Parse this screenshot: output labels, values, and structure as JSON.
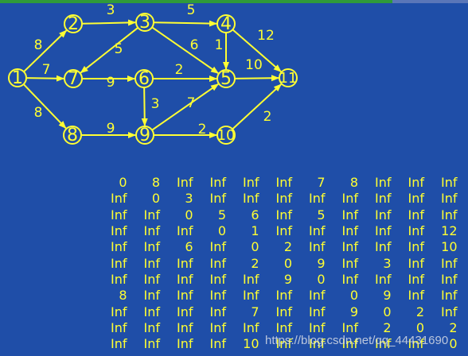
{
  "colors": {
    "background": "#1f4ea8",
    "edge": "#ffff33",
    "node_fill": "#1f4ea8",
    "text": "#ffff33"
  },
  "graph": {
    "nodes": [
      {
        "id": "1",
        "label": "1"
      },
      {
        "id": "2",
        "label": "2"
      },
      {
        "id": "3",
        "label": "3"
      },
      {
        "id": "4",
        "label": "4"
      },
      {
        "id": "5",
        "label": "5"
      },
      {
        "id": "6",
        "label": "6"
      },
      {
        "id": "7",
        "label": "7"
      },
      {
        "id": "8",
        "label": "8"
      },
      {
        "id": "9",
        "label": "9"
      },
      {
        "id": "10",
        "label": "10"
      },
      {
        "id": "11",
        "label": "11"
      }
    ],
    "edges": [
      {
        "from": "1",
        "to": "2",
        "weight": "8"
      },
      {
        "from": "1",
        "to": "7",
        "weight": "7"
      },
      {
        "from": "1",
        "to": "8",
        "weight": "8"
      },
      {
        "from": "2",
        "to": "3",
        "weight": "3"
      },
      {
        "from": "3",
        "to": "4",
        "weight": "5"
      },
      {
        "from": "3",
        "to": "7",
        "weight": "5"
      },
      {
        "from": "3",
        "to": "5",
        "weight": "6"
      },
      {
        "from": "4",
        "to": "5",
        "weight": "1"
      },
      {
        "from": "4",
        "to": "11",
        "weight": "12"
      },
      {
        "from": "5",
        "to": "11",
        "weight": "10"
      },
      {
        "from": "6",
        "to": "5",
        "weight": "2"
      },
      {
        "from": "7",
        "to": "6",
        "weight": "9"
      },
      {
        "from": "6",
        "to": "9",
        "weight": "3"
      },
      {
        "from": "8",
        "to": "9",
        "weight": "9"
      },
      {
        "from": "9",
        "to": "5",
        "weight": "7"
      },
      {
        "from": "9",
        "to": "10",
        "weight": "2"
      },
      {
        "from": "10",
        "to": "11",
        "weight": "2"
      }
    ]
  },
  "matrix": [
    [
      "0",
      "8",
      "Inf",
      "Inf",
      "Inf",
      "Inf",
      "7",
      "8",
      "Inf",
      "Inf",
      "Inf"
    ],
    [
      "Inf",
      "0",
      "3",
      "Inf",
      "Inf",
      "Inf",
      "Inf",
      "Inf",
      "Inf",
      "Inf",
      "Inf"
    ],
    [
      "Inf",
      "Inf",
      "0",
      "5",
      "6",
      "Inf",
      "5",
      "Inf",
      "Inf",
      "Inf",
      "Inf"
    ],
    [
      "Inf",
      "Inf",
      "Inf",
      "0",
      "1",
      "Inf",
      "Inf",
      "Inf",
      "Inf",
      "Inf",
      "12"
    ],
    [
      "Inf",
      "Inf",
      "6",
      "Inf",
      "0",
      "2",
      "Inf",
      "Inf",
      "Inf",
      "Inf",
      "10"
    ],
    [
      "Inf",
      "Inf",
      "Inf",
      "Inf",
      "2",
      "0",
      "9",
      "Inf",
      "3",
      "Inf",
      "Inf"
    ],
    [
      "Inf",
      "Inf",
      "Inf",
      "Inf",
      "Inf",
      "9",
      "0",
      "Inf",
      "Inf",
      "Inf",
      "Inf"
    ],
    [
      "8",
      "Inf",
      "Inf",
      "Inf",
      "Inf",
      "Inf",
      "Inf",
      "0",
      "9",
      "Inf",
      "Inf"
    ],
    [
      "Inf",
      "Inf",
      "Inf",
      "Inf",
      "7",
      "Inf",
      "Inf",
      "9",
      "0",
      "2",
      "Inf"
    ],
    [
      "Inf",
      "Inf",
      "Inf",
      "Inf",
      "Inf",
      "Inf",
      "Inf",
      "Inf",
      "2",
      "0",
      "2"
    ],
    [
      "Inf",
      "Inf",
      "Inf",
      "Inf",
      "10",
      "Inf",
      "Inf",
      "Inf",
      "Inf",
      "Inf",
      "0"
    ]
  ],
  "watermark": "https://blog.csdn.net/qq_44431690"
}
